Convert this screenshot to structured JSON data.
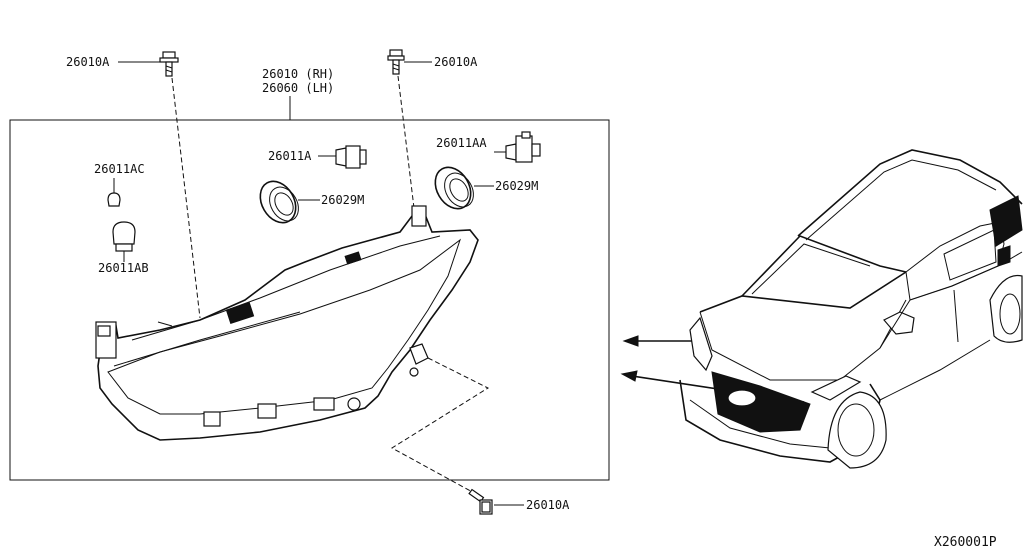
{
  "labels": {
    "bolt_top_left": "26010A",
    "bolt_top_right": "26010A",
    "bolt_bottom": "26010A",
    "assembly_rh": "26010 (RH)",
    "assembly_lh": "26060 (LH)",
    "bulb_ac": "26011AC",
    "bulb_ab": "26011AB",
    "bulb_a": "26011A",
    "bulb_aa": "26011AA",
    "seal_left": "26029M",
    "seal_right": "26029M",
    "diagram_code": "X260001P"
  },
  "icons": [
    "bolt-icon",
    "bulb-icon",
    "seal-ring-icon",
    "headlamp-assembly-icon",
    "car-icon",
    "arrow-icon"
  ]
}
